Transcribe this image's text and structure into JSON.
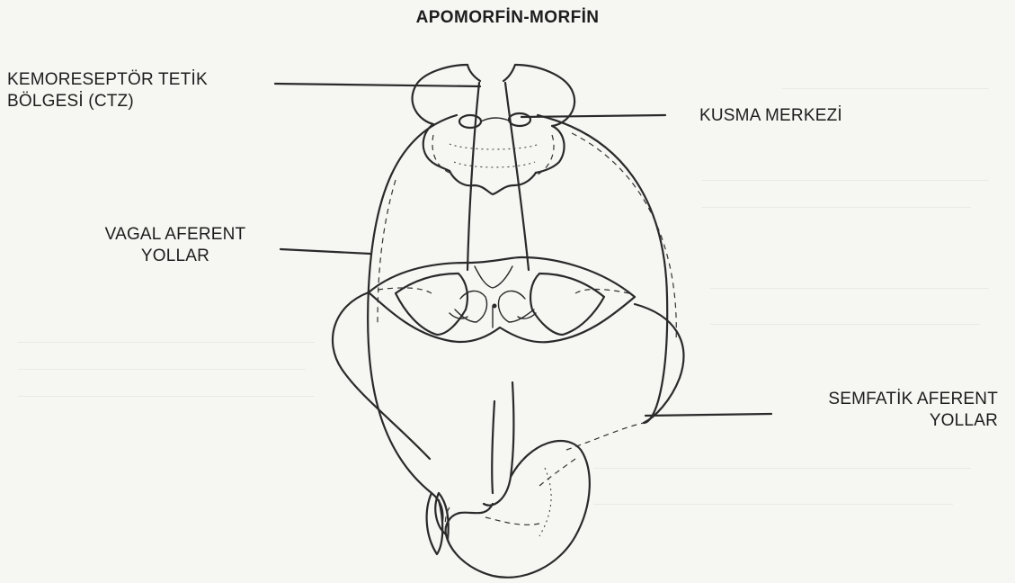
{
  "title": "APOMORFİN-MORFİN",
  "labels": {
    "ctz": {
      "line1": "KEMORESEPTÖR TETİK",
      "line2": "BÖLGESİ (CTZ)"
    },
    "kusma": "KUSMA MERKEZİ",
    "vagal": {
      "line1": "VAGAL AFERENT",
      "line2": "YOLLAR"
    },
    "semfatik": {
      "line1": "SEMFATİK AFERENT",
      "line2": "YOLLAR"
    }
  },
  "colors": {
    "ink": "#2a2a2a",
    "paper": "#f6f6f3"
  }
}
